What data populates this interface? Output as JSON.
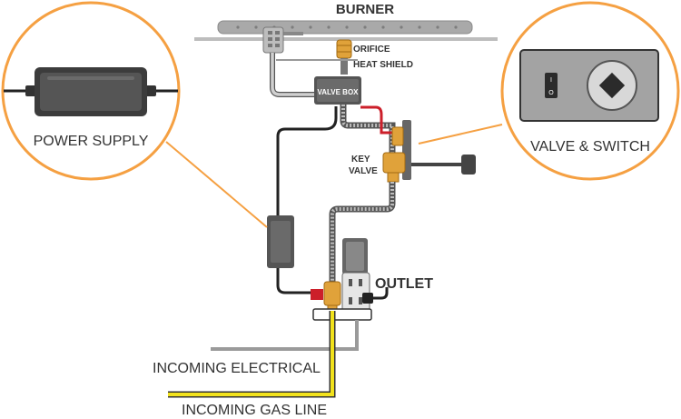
{
  "labels": {
    "burner": "BURNER",
    "orifice": "ORIFICE",
    "heat_shield": "HEAT SHIELD",
    "valve_box": "VALVE BOX",
    "key_valve_line1": "KEY",
    "key_valve_line2": "VALVE",
    "outlet": "OUTLET",
    "incoming_electrical": "INCOMING ELECTRICAL",
    "incoming_gas_line": "INCOMING GAS LINE",
    "power_supply": "POWER SUPPLY",
    "valve_and_switch": "VALVE & SWITCH"
  },
  "switch_marks": {
    "on": "I",
    "off": "O"
  },
  "colors": {
    "callout_ring": "#f5a042",
    "gas_line": "#f2e21c",
    "flex_conduit": "#888888",
    "brass": "#e0a23a",
    "power_red": "#cc1f2a",
    "panel_gray": "#a3a3a3",
    "device_dark": "#4a4a4a"
  },
  "icons": [
    "power-supply-icon",
    "valve-switch-icon",
    "outlet-icon",
    "key-valve-icon",
    "burner-icon"
  ]
}
